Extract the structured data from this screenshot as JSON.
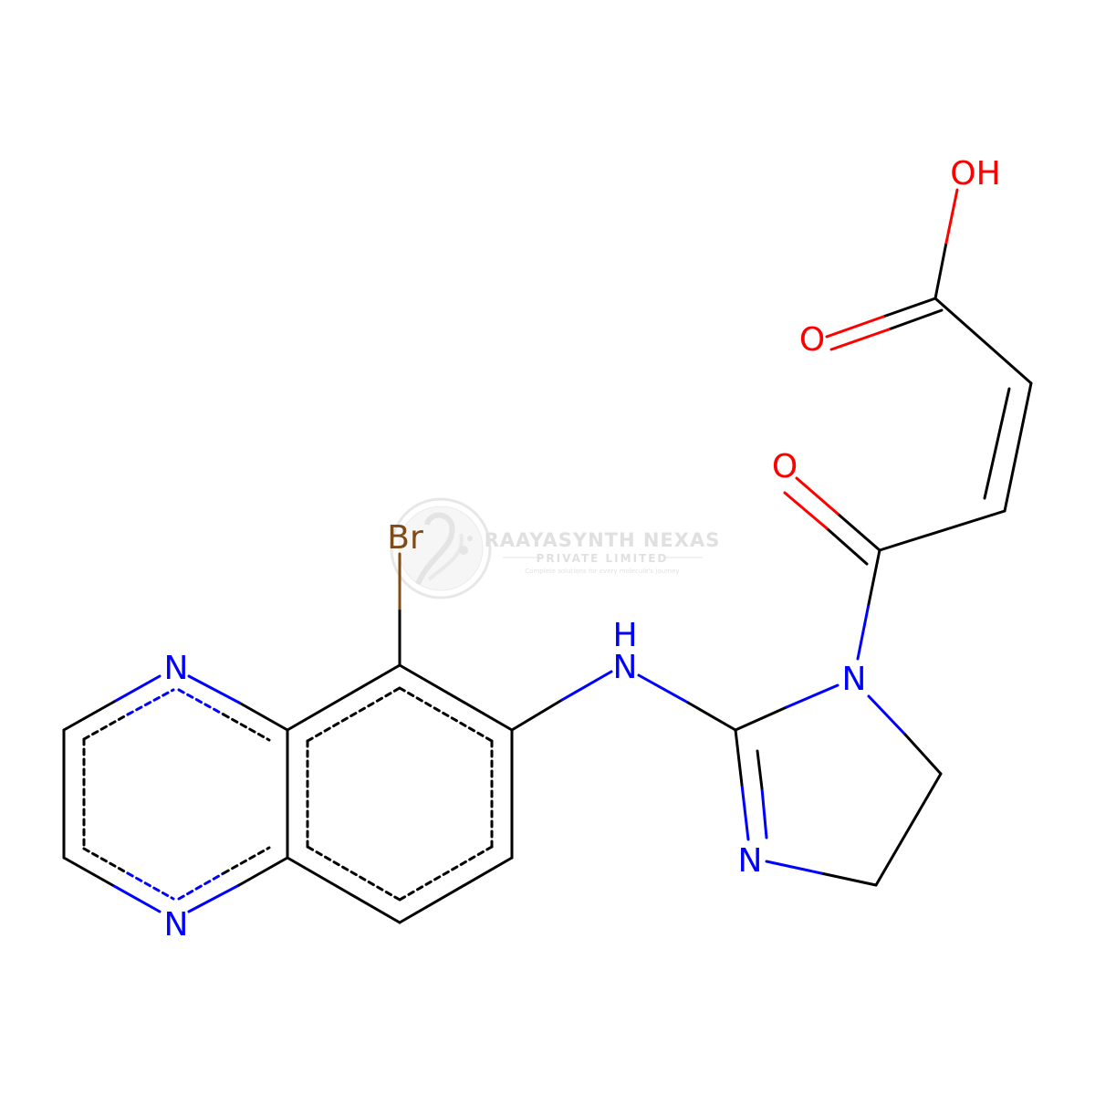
{
  "molecule": {
    "atoms": {
      "br": "Br",
      "nh": "NH",
      "n_ring1": "N",
      "n_ring2": "N",
      "n_imid_amide": "N",
      "n_imid_imine": "N",
      "o_ketone": "O",
      "o_acid": "O",
      "oh": "OH"
    }
  },
  "watermark": {
    "name": "RAAYASYNTH NEXAS",
    "subtitle": "PRIVATE LIMITED",
    "tagline": "Complete solutions for every molecule's journey"
  },
  "colors": {
    "carbon": "#000000",
    "nitrogen": "#0000ff",
    "oxygen": "#ff0000",
    "bromine": "#7f4c19",
    "watermark": "#c8c8c8"
  }
}
